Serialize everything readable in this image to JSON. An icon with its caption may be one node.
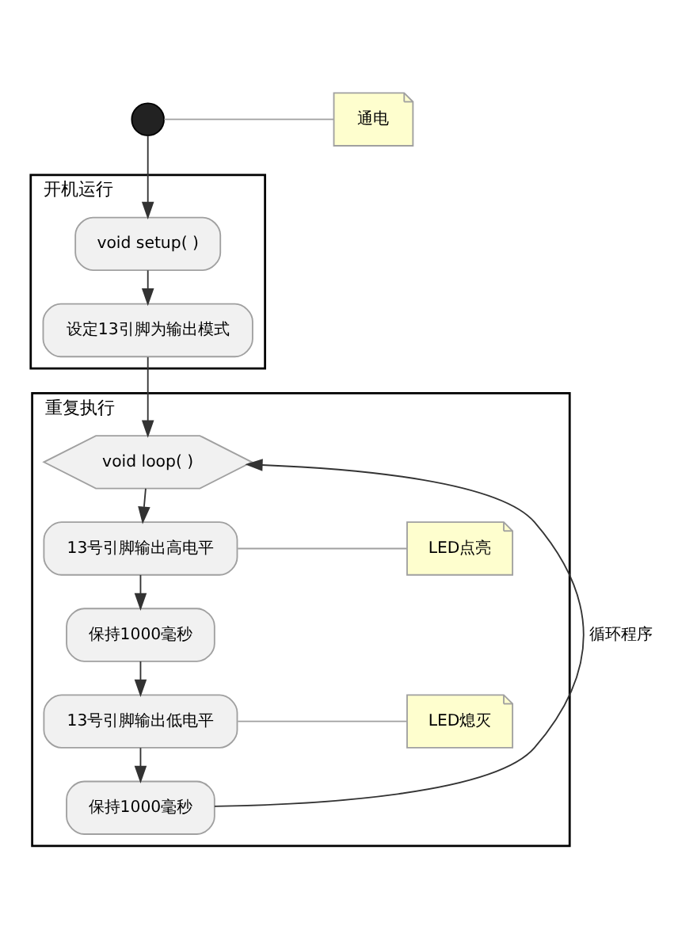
{
  "diagram": {
    "nodes": [
      {
        "text": [],
        "shape": "circle"
      },
      {
        "text": [
          "通电"
        ]
      },
      {
        "text": [
          "开机运行"
        ]
      },
      {
        "text": [
          "void setup( )"
        ],
        "in": 2
      },
      {
        "text": [
          "设定13引脚为输出模式"
        ],
        "in": 2
      },
      {
        "text": [
          "重复执行"
        ]
      },
      {
        "text": [
          "void loop( )"
        ],
        "in": 5
      },
      {
        "text": [
          "13号引脚输出高电平"
        ],
        "in": 5
      },
      {
        "text": [
          "LED点亮"
        ],
        "in": 5
      },
      {
        "text": [
          "保持1000毫秒"
        ],
        "in": 5
      },
      {
        "text": [
          "13号引脚输出低电平"
        ],
        "in": 5
      },
      {
        "text": [
          "LED熄灭"
        ],
        "in": 5
      },
      {
        "text": [
          "保持1000毫秒"
        ],
        "in": 5
      }
    ],
    "edges": [
      {
        "from": 0,
        "to": 1,
        "arrow": "none",
        "color": "#a0a0a0"
      },
      {
        "from": 0,
        "to": 3,
        "arrow": "to"
      },
      {
        "from": 3,
        "to": 4,
        "arrow": "to"
      },
      {
        "from": 4,
        "to": 6,
        "arrow": "to"
      },
      {
        "from": 6,
        "to": 7,
        "arrow": "to"
      },
      {
        "from": 7,
        "to": 8,
        "arrow": "none",
        "color": "#a0a0a0"
      },
      {
        "from": 7,
        "to": 9,
        "arrow": "to"
      },
      {
        "from": 9,
        "to": 10,
        "arrow": "to"
      },
      {
        "from": 10,
        "to": 11,
        "arrow": "none",
        "color": "#a0a0a0"
      },
      {
        "from": 10,
        "to": 12,
        "arrow": "to"
      },
      {
        "from": 12,
        "to": 6,
        "arrow": "to",
        "label": "循环程序"
      }
    ]
  }
}
